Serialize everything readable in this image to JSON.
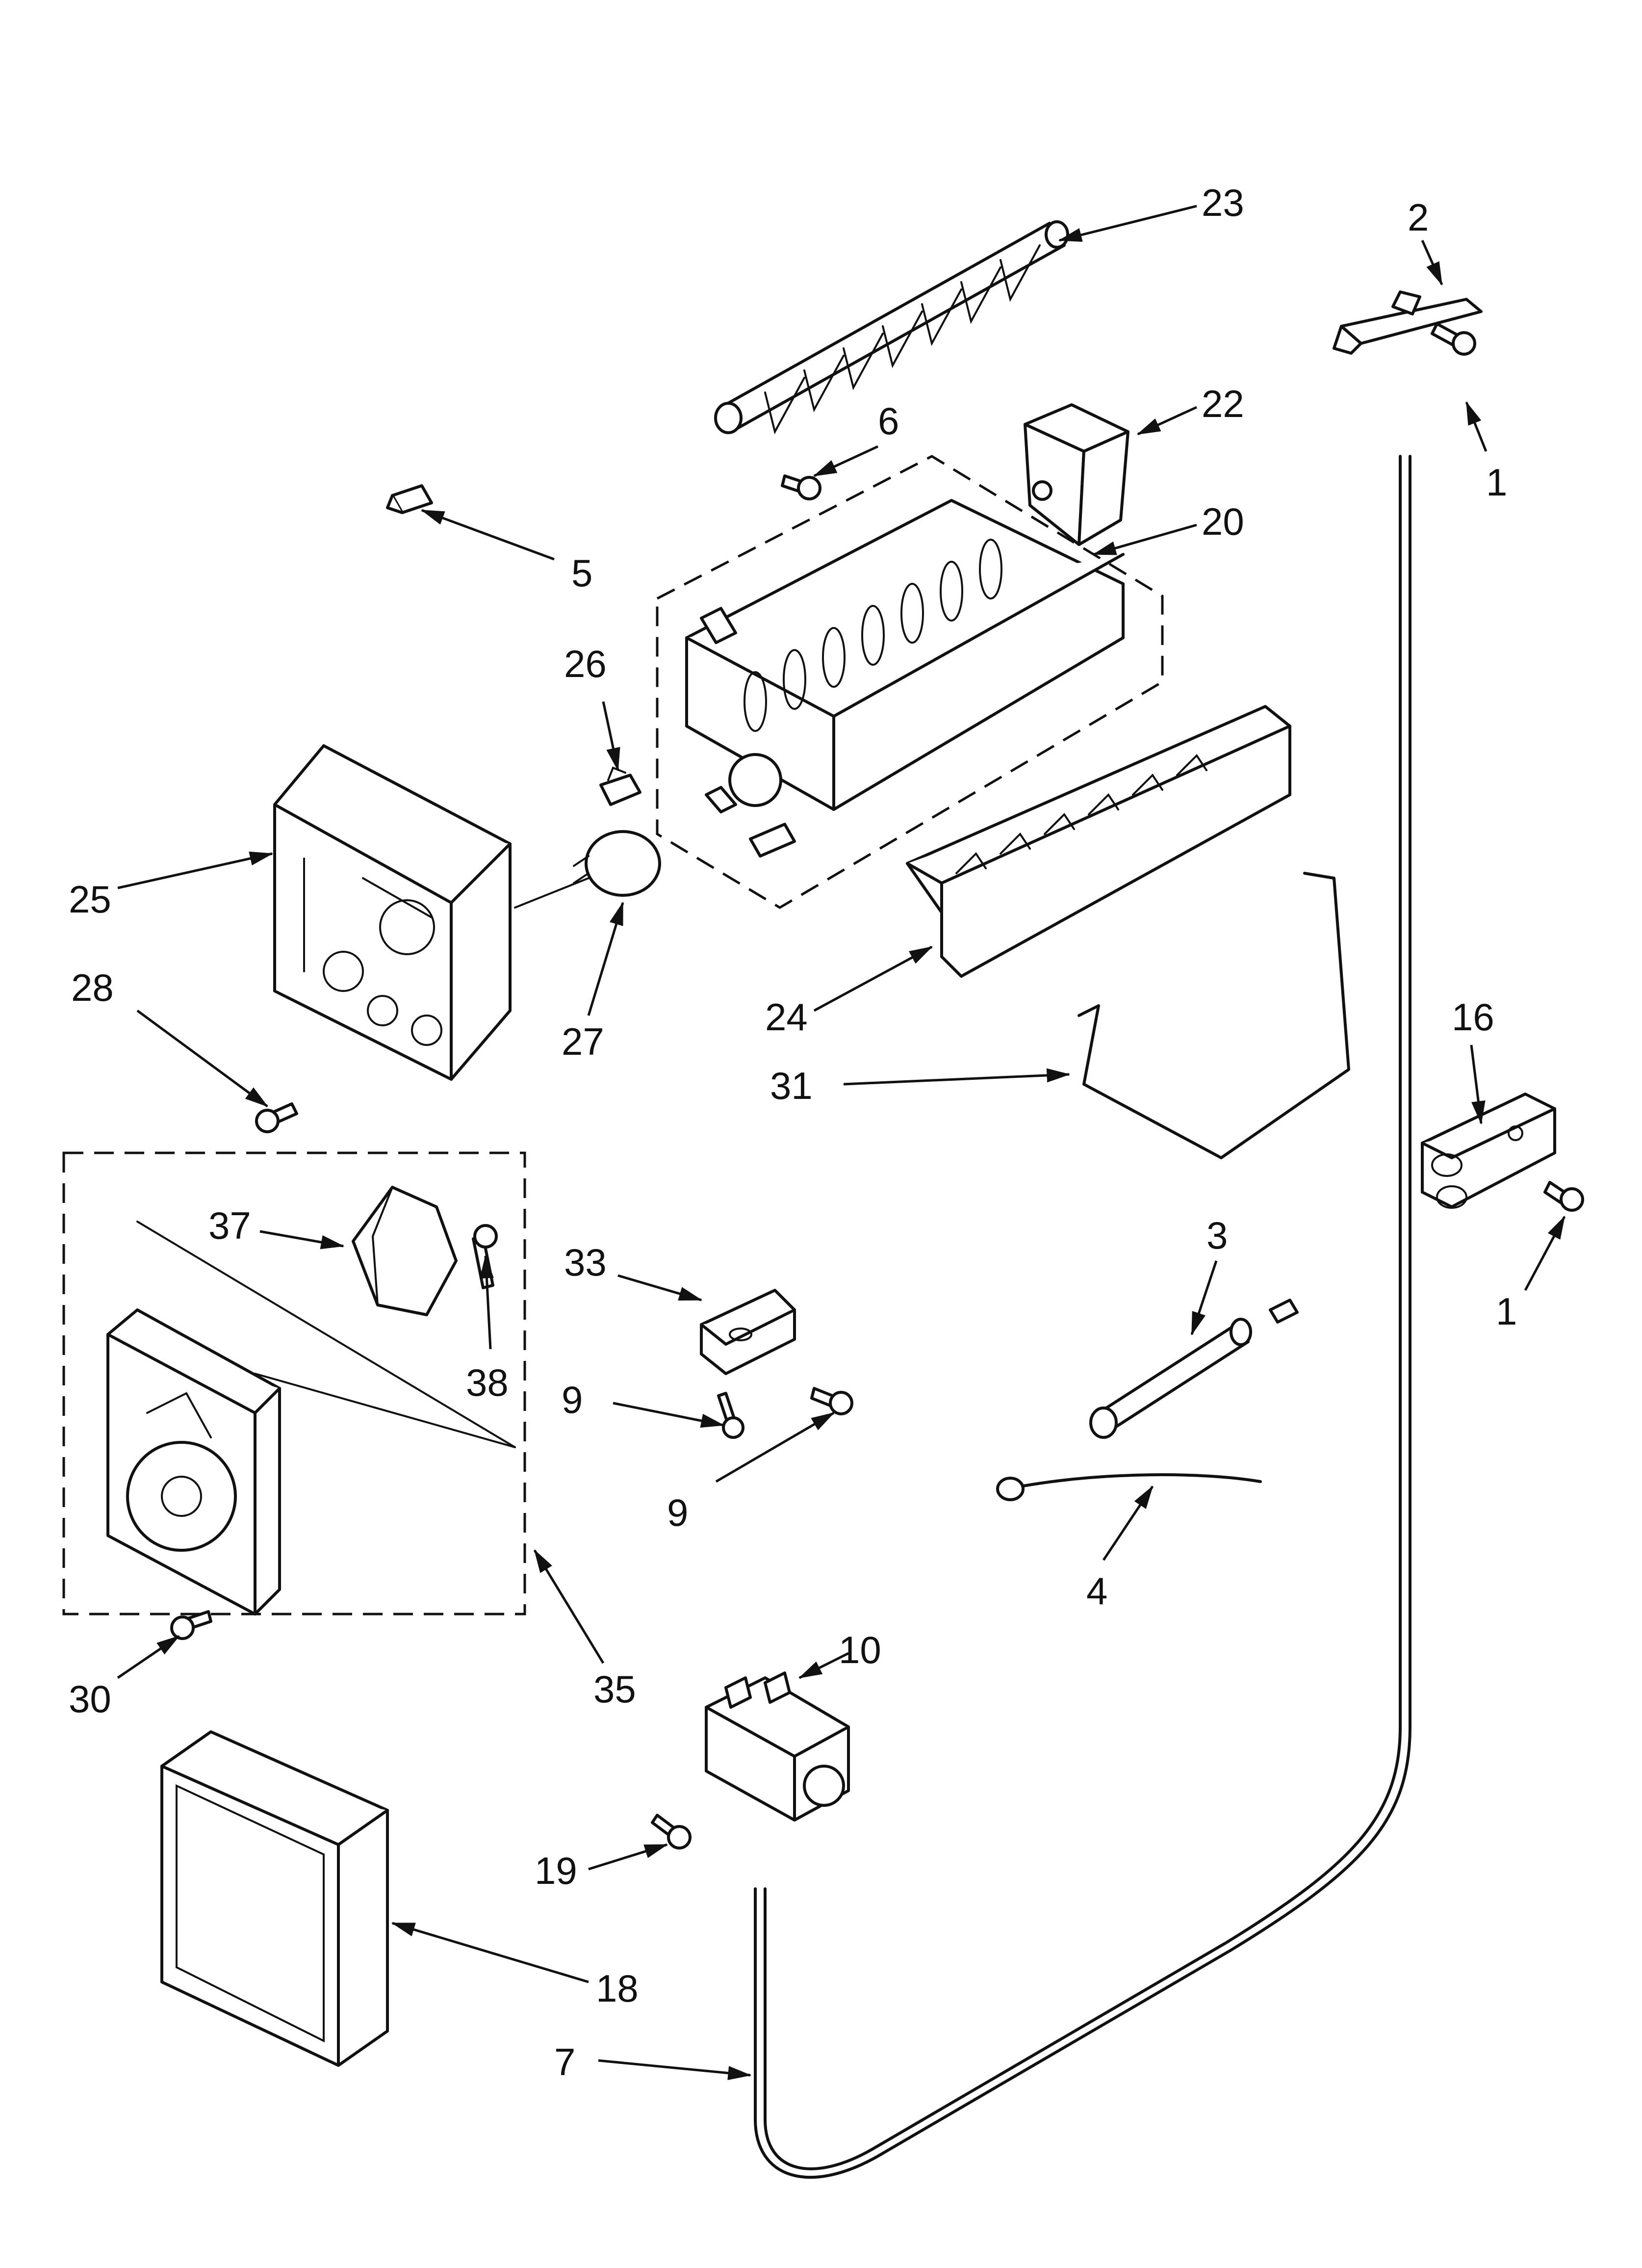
{
  "callouts": [
    {
      "id": "c23",
      "label": "23"
    },
    {
      "id": "c2",
      "label": "2"
    },
    {
      "id": "c22",
      "label": "22"
    },
    {
      "id": "c6",
      "label": "6"
    },
    {
      "id": "c1a",
      "label": "1"
    },
    {
      "id": "c5",
      "label": "5"
    },
    {
      "id": "c20",
      "label": "20"
    },
    {
      "id": "c26",
      "label": "26"
    },
    {
      "id": "c25",
      "label": "25"
    },
    {
      "id": "c28",
      "label": "28"
    },
    {
      "id": "c27",
      "label": "27"
    },
    {
      "id": "c24",
      "label": "24"
    },
    {
      "id": "c16",
      "label": "16"
    },
    {
      "id": "c31",
      "label": "31"
    },
    {
      "id": "c37",
      "label": "37"
    },
    {
      "id": "c33",
      "label": "33"
    },
    {
      "id": "c38",
      "label": "38"
    },
    {
      "id": "c3",
      "label": "3"
    },
    {
      "id": "c1b",
      "label": "1"
    },
    {
      "id": "c9a",
      "label": "9"
    },
    {
      "id": "c9b",
      "label": "9"
    },
    {
      "id": "c4",
      "label": "4"
    },
    {
      "id": "c10",
      "label": "10"
    },
    {
      "id": "c30",
      "label": "30"
    },
    {
      "id": "c35",
      "label": "35"
    },
    {
      "id": "c19",
      "label": "19"
    },
    {
      "id": "c18",
      "label": "18"
    },
    {
      "id": "c7",
      "label": "7"
    }
  ]
}
